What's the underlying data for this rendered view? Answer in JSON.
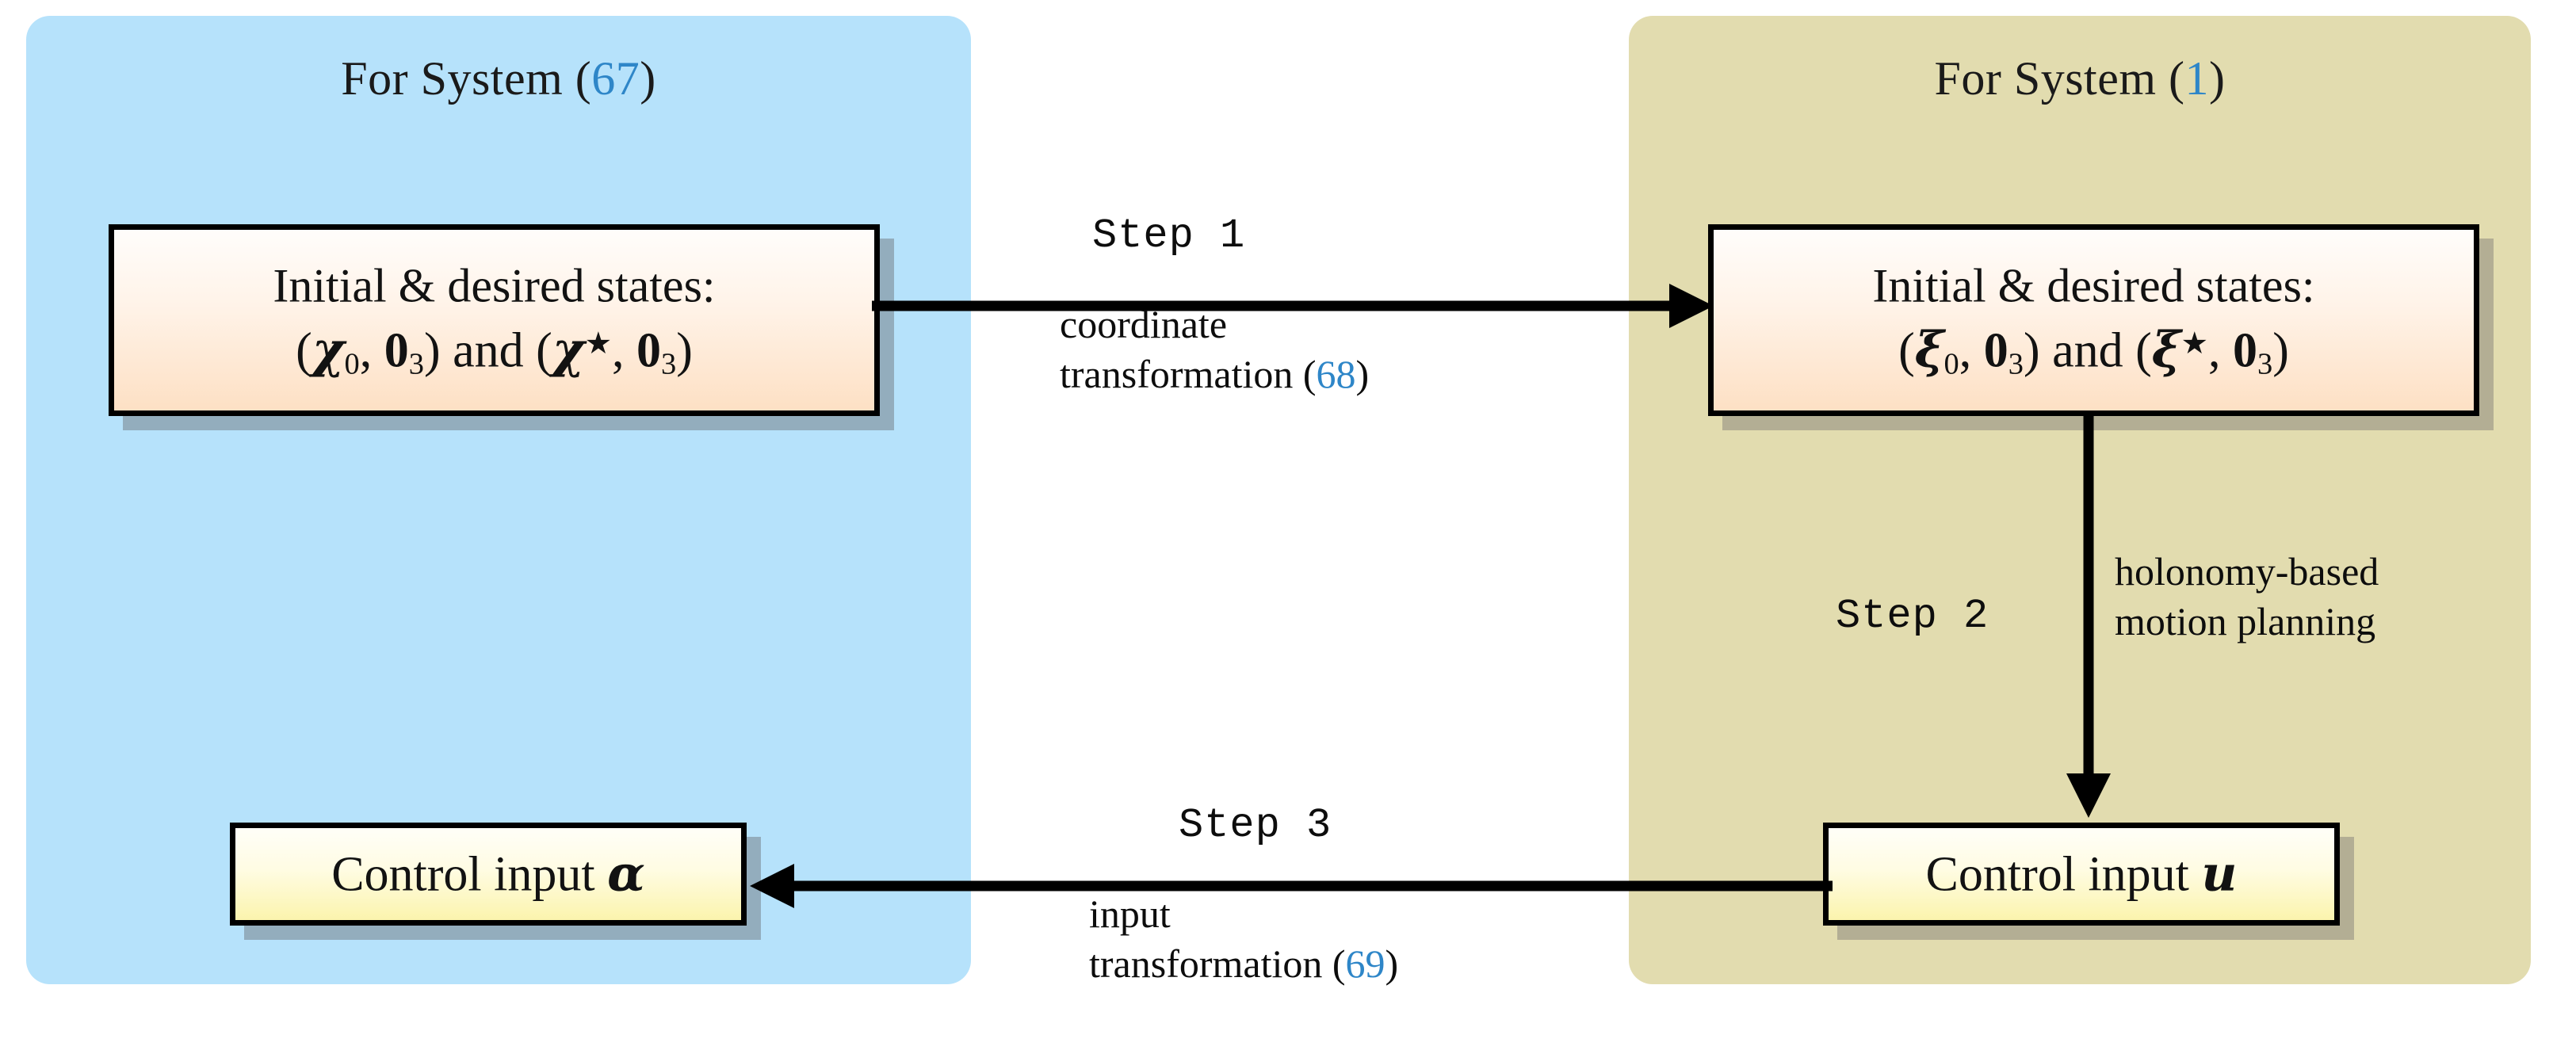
{
  "panels": {
    "left": {
      "title_prefix": "For System (",
      "title_ref": "67",
      "title_suffix": ")",
      "color": "#b6e2fb"
    },
    "right": {
      "title_prefix": "For System (",
      "title_ref": "1",
      "title_suffix": ")",
      "color": "#e2dcaf"
    }
  },
  "boxes": {
    "chi_states": {
      "line1": "Initial & desired states:",
      "line2_plain": "(χ₀, 0₃) and (χ★, 0₃)",
      "symbol": "χ",
      "zero_vector": "0",
      "zero_subscript": "3",
      "initial_subscript": "0",
      "desired_superscript": "★",
      "conjunction": "and"
    },
    "xi_states": {
      "line1": "Initial & desired states:",
      "line2_plain": "(ξ₀, 0₃) and (ξ★, 0₃)",
      "symbol": "ξ",
      "zero_vector": "0",
      "zero_subscript": "3",
      "initial_subscript": "0",
      "desired_superscript": "★",
      "conjunction": "and"
    },
    "control_alpha": {
      "text": "Control input",
      "symbol": "α"
    },
    "control_u": {
      "text": "Control input",
      "symbol": "u"
    }
  },
  "steps": [
    {
      "label": "Step 1",
      "desc_line1": "coordinate",
      "desc_line2": "transformation (",
      "desc_ref": "68",
      "desc_tail": ")",
      "direction": "right"
    },
    {
      "label": "Step 2",
      "desc_line1": "holonomy-based",
      "desc_line2": "motion planning",
      "desc_ref": "",
      "desc_tail": "",
      "direction": "down"
    },
    {
      "label": "Step 3",
      "desc_line1": "input",
      "desc_line2": "transformation (",
      "desc_ref": "69",
      "desc_tail": ")",
      "direction": "left"
    }
  ],
  "colors": {
    "reference_link": "#2e86c8",
    "arrow": "#000000",
    "box_border": "#000000",
    "state_box_gradient_top": "#fffdfb",
    "state_box_gradient_bottom": "#fde0c4",
    "input_box_gradient_top": "#fffef8",
    "input_box_gradient_bottom": "#fbf4ad"
  }
}
